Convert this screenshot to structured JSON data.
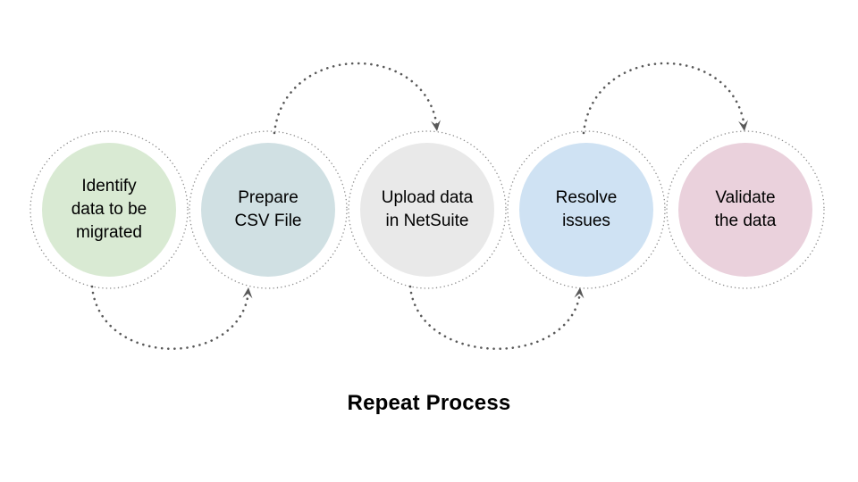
{
  "caption": {
    "label": "Repeat Process"
  },
  "steps": [
    {
      "id": "identify-data",
      "lines": [
        "Identify",
        "data to be",
        "migrated"
      ],
      "fill": "#d9ead3"
    },
    {
      "id": "prepare-csv",
      "lines": [
        "Prepare",
        "CSV File"
      ],
      "fill": "#d0e0e3"
    },
    {
      "id": "upload-netsuite",
      "lines": [
        "Upload data",
        "in NetSuite"
      ],
      "fill": "#e9e9e9"
    },
    {
      "id": "resolve-issues",
      "lines": [
        "Resolve",
        "issues"
      ],
      "fill": "#cfe2f3"
    },
    {
      "id": "validate-data",
      "lines": [
        "Validate",
        "the data"
      ],
      "fill": "#ead1dc"
    }
  ],
  "flow": [
    {
      "from": "identify-data",
      "to": "prepare-csv",
      "side": "bottom"
    },
    {
      "from": "prepare-csv",
      "to": "upload-netsuite",
      "side": "top"
    },
    {
      "from": "upload-netsuite",
      "to": "resolve-issues",
      "side": "bottom"
    },
    {
      "from": "resolve-issues",
      "to": "validate-data",
      "side": "top"
    }
  ],
  "colors": {
    "connector": "#595959",
    "ring": "#8c8c8c",
    "text": "#000000",
    "background": "#ffffff"
  }
}
